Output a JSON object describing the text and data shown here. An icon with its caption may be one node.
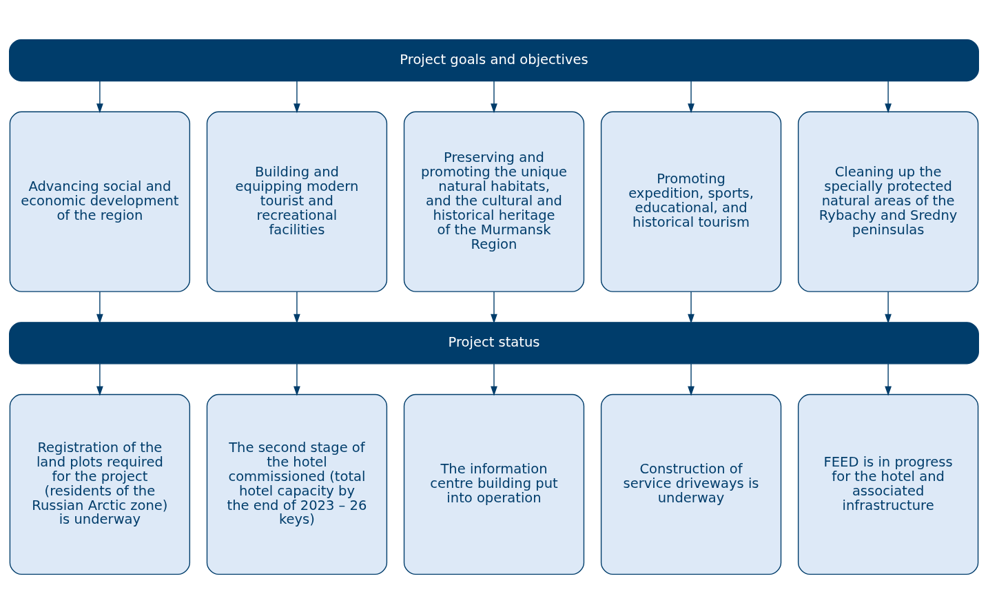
{
  "diagram": {
    "nodes": [
      {
        "text": [
          "Project goals and objectives"
        ]
      },
      {
        "text": [
          "Advancing social and economic development of the region"
        ]
      },
      {
        "text": [
          "Building and equipping modern tourist and recreational facilities"
        ]
      },
      {
        "text": [
          "Preserving and promoting the unique natural habitats, and the cultural and historical heritage of the Murmansk Region"
        ]
      },
      {
        "text": [
          "Promoting expedition, sports, educational, and historical tourism"
        ]
      },
      {
        "text": [
          "Cleaning up the specially protected natural areas of the Rybachy and Sredny peninsulas"
        ]
      },
      {
        "text": [
          "Project status"
        ]
      },
      {
        "text": [
          "Registration of the land plots required for the project (residents of the Russian Arctic zone) is underway"
        ]
      },
      {
        "text": [
          "The second stage of the hotel commissioned (total hotel capacity by the end of 2023 – 26 keys)"
        ]
      },
      {
        "text": [
          "The information centre building put into operation"
        ]
      },
      {
        "text": [
          "Construction of service driveways is underway"
        ]
      },
      {
        "text": [
          "FEED is in progress for the hotel and associated infrastructure"
        ]
      }
    ],
    "edges": [
      {
        "from": 0,
        "to": 1,
        "arrow": "to"
      },
      {
        "from": 0,
        "to": 2,
        "arrow": "to"
      },
      {
        "from": 0,
        "to": 3,
        "arrow": "to"
      },
      {
        "from": 0,
        "to": 4,
        "arrow": "to"
      },
      {
        "from": 0,
        "to": 5,
        "arrow": "to"
      },
      {
        "from": 1,
        "to": 6,
        "arrow": "to"
      },
      {
        "from": 2,
        "to": 6,
        "arrow": "to"
      },
      {
        "from": 3,
        "to": 6,
        "arrow": "to"
      },
      {
        "from": 4,
        "to": 6,
        "arrow": "to"
      },
      {
        "from": 5,
        "to": 6,
        "arrow": "to"
      },
      {
        "from": 6,
        "to": 7,
        "arrow": "to"
      },
      {
        "from": 6,
        "to": 8,
        "arrow": "to"
      },
      {
        "from": 6,
        "to": 9,
        "arrow": "to"
      },
      {
        "from": 6,
        "to": 10,
        "arrow": "to"
      },
      {
        "from": 6,
        "to": 11,
        "arrow": "to"
      }
    ]
  }
}
